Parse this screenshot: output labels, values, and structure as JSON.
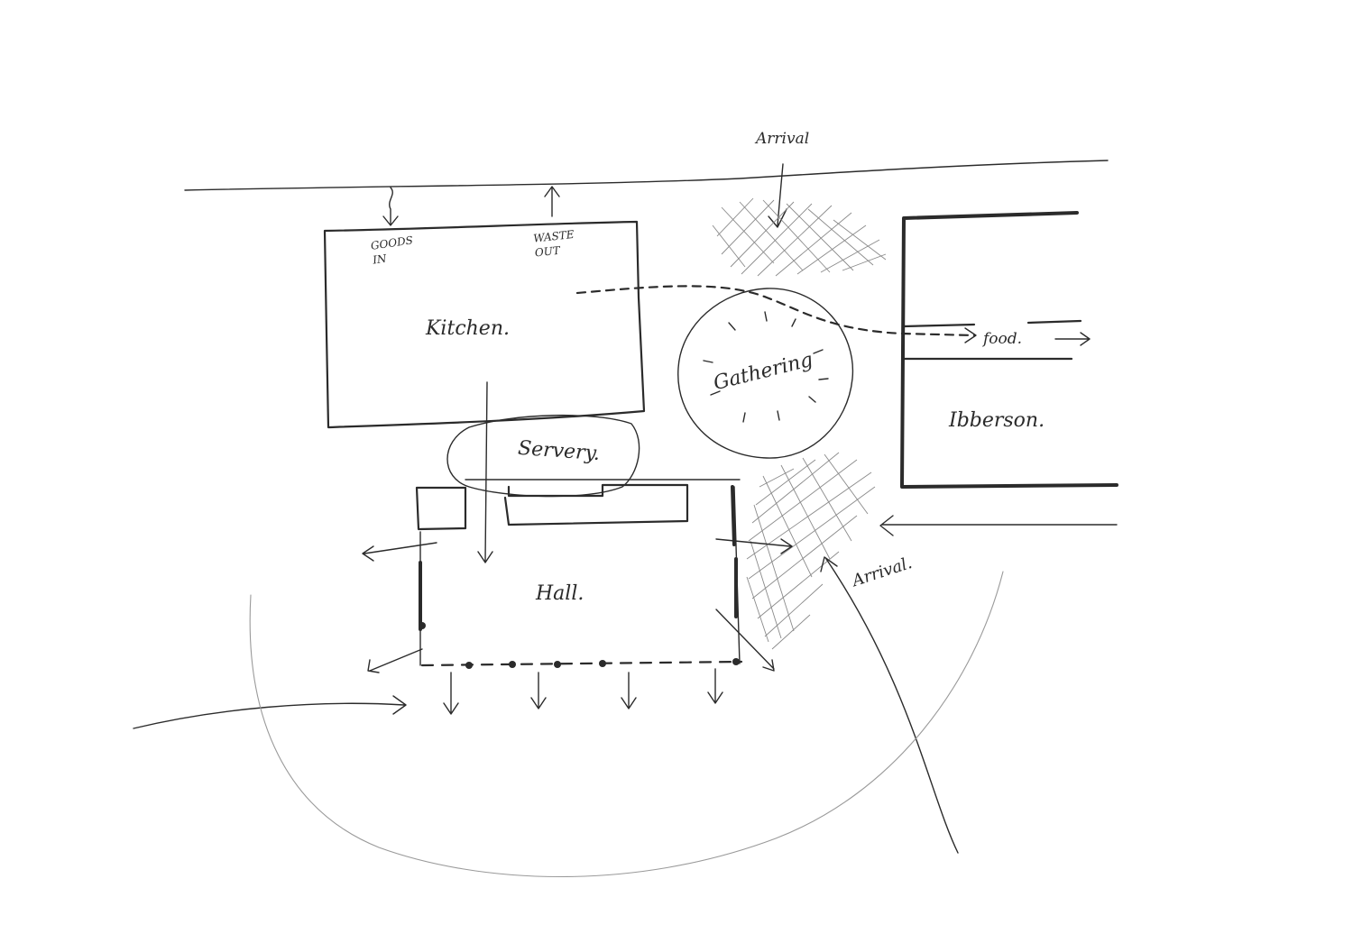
{
  "labels": {
    "arrival_top": "Arrival",
    "goods_in": "GOODS IN",
    "waste_out": "WASTE OUT",
    "kitchen": "Kitchen.",
    "gathering": "Gathering",
    "food": "food.",
    "ibberson": "Ibberson.",
    "servery": "Servery.",
    "hall": "Hall.",
    "arrival_right": "Arrival."
  },
  "colors": {
    "ink": "#2b2b2b",
    "hatch": "#8a8a8a",
    "paper": "#ffffff"
  }
}
